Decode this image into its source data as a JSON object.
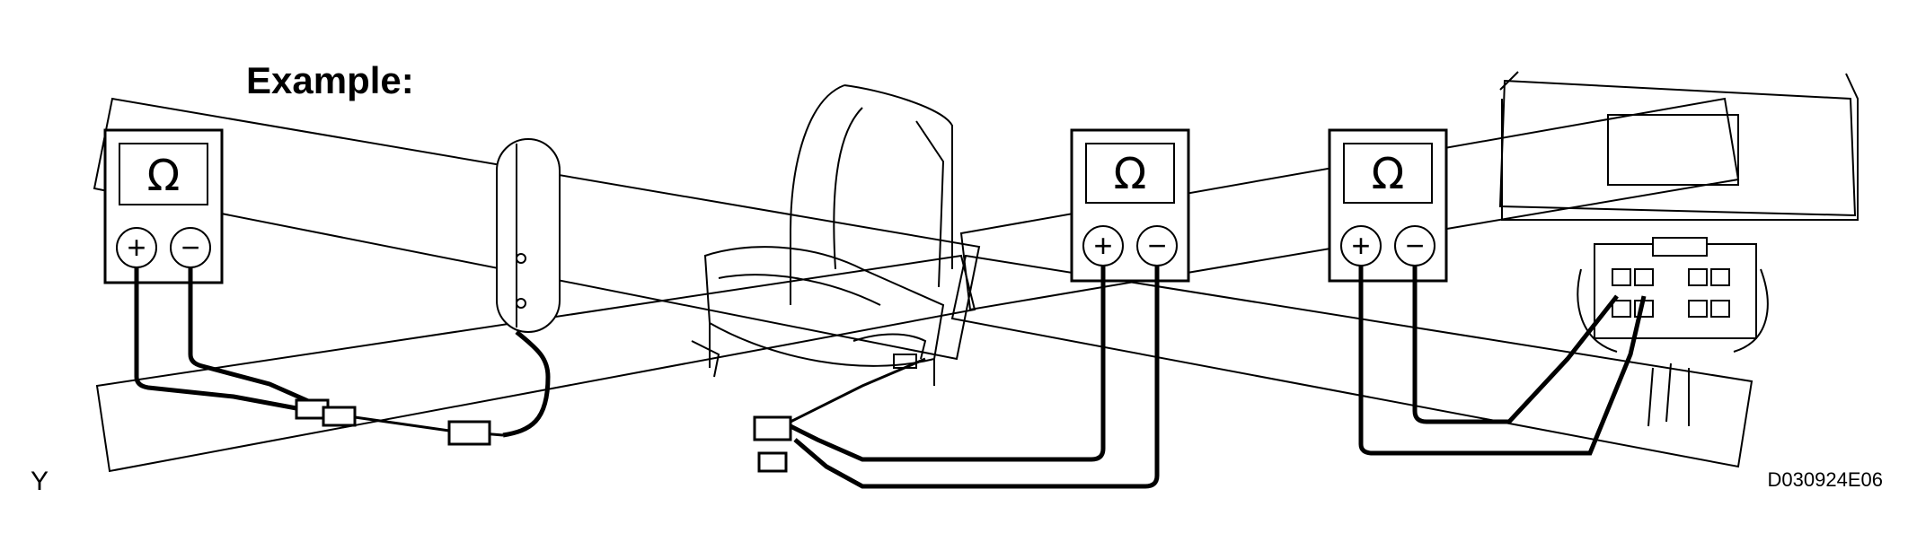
{
  "diagram": {
    "title": "Example:",
    "corner_code": "Y",
    "figure_id": "D030924E06",
    "ohmmeters": [
      {
        "symbol": "Ω",
        "plus": "+",
        "minus": "−"
      },
      {
        "symbol": "Ω",
        "plus": "+",
        "minus": "−"
      },
      {
        "symbol": "Ω",
        "plus": "+",
        "minus": "−"
      }
    ]
  }
}
